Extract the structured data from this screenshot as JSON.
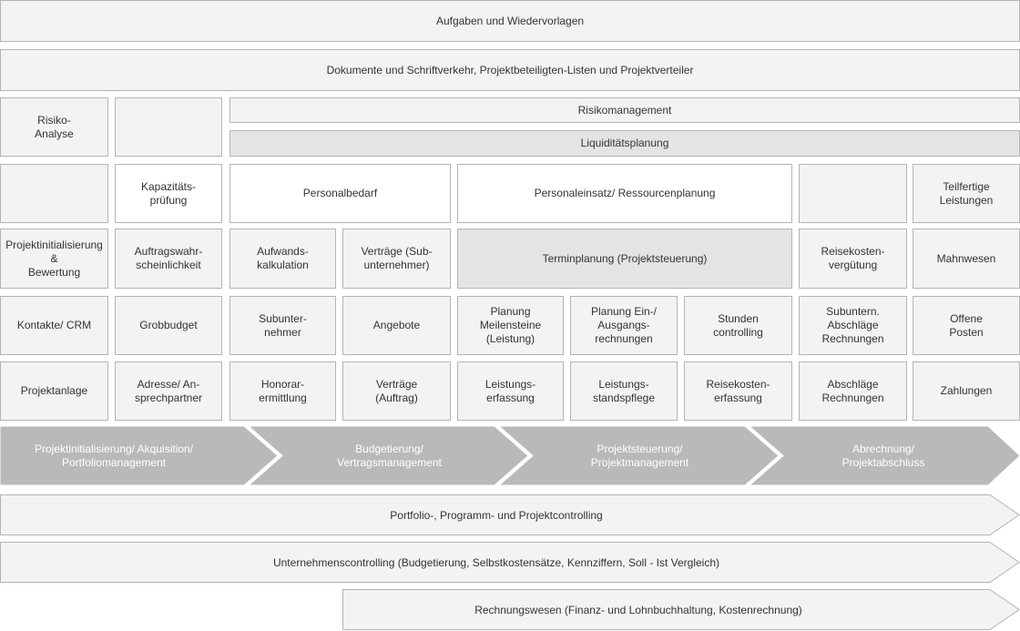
{
  "top": {
    "tasks": "Aufgaben und Wiedervorlagen",
    "documents": "Dokumente und Schriftverkehr, Projektbeteiligten-Listen und Projektverteiler"
  },
  "row_risk": {
    "risk_analysis": "Risiko-\nAnalyse",
    "risk_management": "Risikomanagement",
    "liquidity_planning": "Liquiditätsplanung"
  },
  "row_capacity": {
    "capacity_check": "Kapazitäts-\nprüfung",
    "staff_demand": "Personalbedarf",
    "staff_deployment": "Personaleinsatz/ Ressourcenplanung",
    "partial_services": "Teilfertige\nLeistungen"
  },
  "row_planning": {
    "project_init": "Projektinitialisierung\n&\nBewertung",
    "order_probability": "Auftragswahr-\nscheinlichkeit",
    "effort_calc": "Aufwands-\nkalkulation",
    "contracts_sub": "Verträge (Sub-\nunternehmer)",
    "scheduling": "Terminplanung (Projektsteuerung)",
    "travel_reimbursement": "Reisekosten-\nvergütung",
    "dunning": "Mahnwesen"
  },
  "row_budget": {
    "contacts": "Kontakte/ CRM",
    "rough_budget": "Grobbudget",
    "subcontractors": "Subunter-\nnehmer",
    "offers": "Angebote",
    "milestones": "Planung\nMeilensteine\n(Leistung)",
    "invoice_planning": "Planung Ein-/\nAusgangs-\nrechnungen",
    "hours_controlling": "Stunden\ncontrolling",
    "sub_invoices": "Subuntern.\nAbschläge\nRechnungen",
    "open_items": "Offene\nPosten"
  },
  "row_base": {
    "project_setup": "Projektanlage",
    "address": "Adresse/ An-\nsprechpartner",
    "fee_determination": "Honorar-\nermittlung",
    "contracts_order": "Verträge\n(Auftrag)",
    "service_recording": "Leistungs-\nerfassung",
    "progress_maintenance": "Leistungs-\nstandspflege",
    "travel_expenses": "Reisekosten-\nerfassung",
    "down_payments": "Abschläge\nRechnungen",
    "payments": "Zahlungen"
  },
  "phases": [
    "Projektinitialisierung/ Akquisition/\nPortfoliomanagement",
    "Budgetierung/\nVertragsmanagement",
    "Projektsteuerung/\nProjektmanagement",
    "Abrechnung/\nProjektabschluss"
  ],
  "bars": {
    "portfolio": "Portfolio-, Programm- und Projektcontrolling",
    "corporate": "Unternehmenscontrolling (Budgetierung, Selbstkostensätze, Kennziffern, Soll - Ist Vergleich)",
    "accounting": "Rechnungswesen (Finanz- und Lohnbuchhaltung, Kostenrechnung)"
  },
  "colors": {
    "phase_fill": "#b9b9b9",
    "box_fill": "#f3f3f3",
    "highlight_fill": "#e4e4e4",
    "border": "#b4b4b4"
  }
}
